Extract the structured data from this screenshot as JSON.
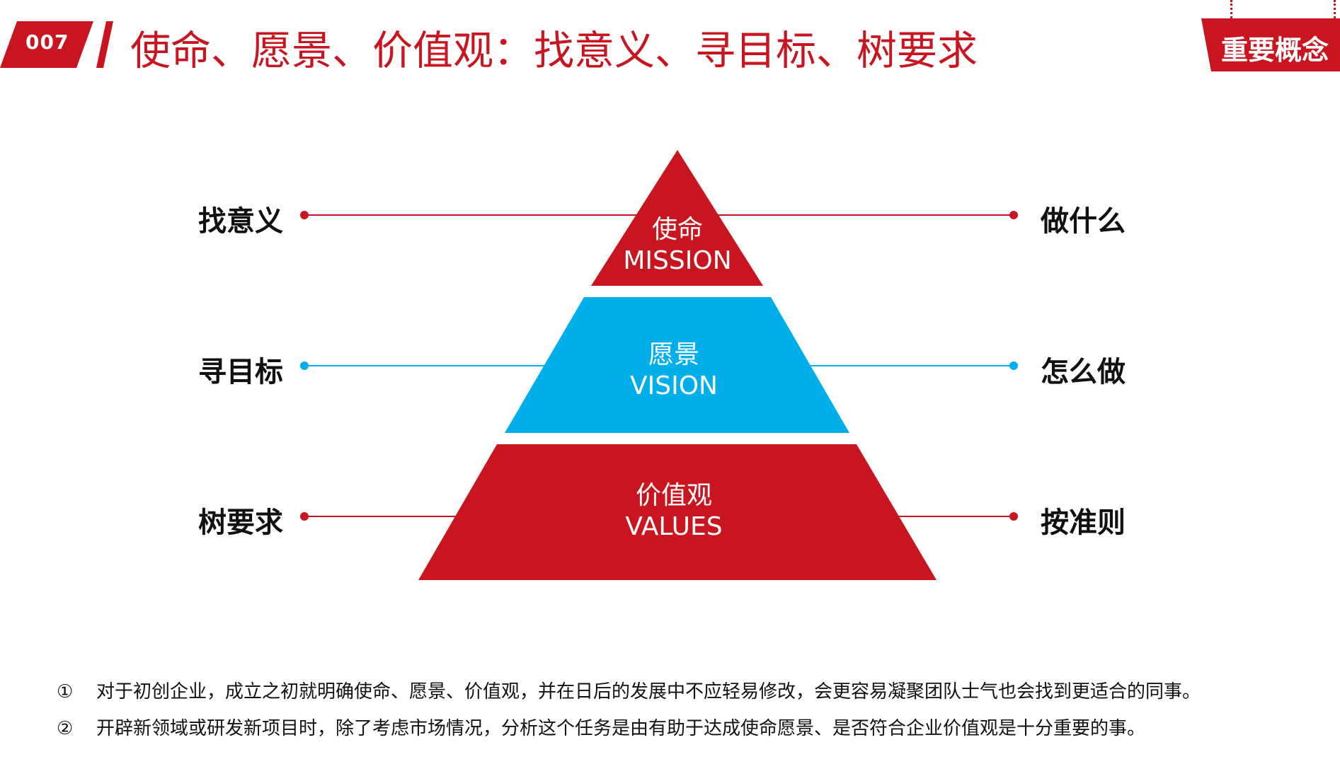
{
  "header": {
    "page_number": "007",
    "title": "使命、愿景、价值观：找意义、寻目标、树要求",
    "badge": "重要概念"
  },
  "pyramid": {
    "tiers": [
      {
        "cn": "使命",
        "en": "MISSION",
        "left_label": "找意义",
        "right_label": "做什么",
        "color": "#c8151f"
      },
      {
        "cn": "愿景",
        "en": "VISION",
        "left_label": "寻目标",
        "right_label": "怎么做",
        "color": "#00aeea"
      },
      {
        "cn": "价值观",
        "en": "VALUES",
        "left_label": "树要求",
        "right_label": "按准则",
        "color": "#c8151f"
      }
    ]
  },
  "notes": [
    {
      "mark": "①",
      "text": "对于初创企业，成立之初就明确使命、愿景、价值观，并在日后的发展中不应轻易修改，会更容易凝聚团队士气也会找到更适合的同事。"
    },
    {
      "mark": "②",
      "text": "开辟新领域或研发新项目时，除了考虑市场情况，分析这个任务是由有助于达成使命愿景、是否符合企业价值观是十分重要的事。"
    }
  ]
}
